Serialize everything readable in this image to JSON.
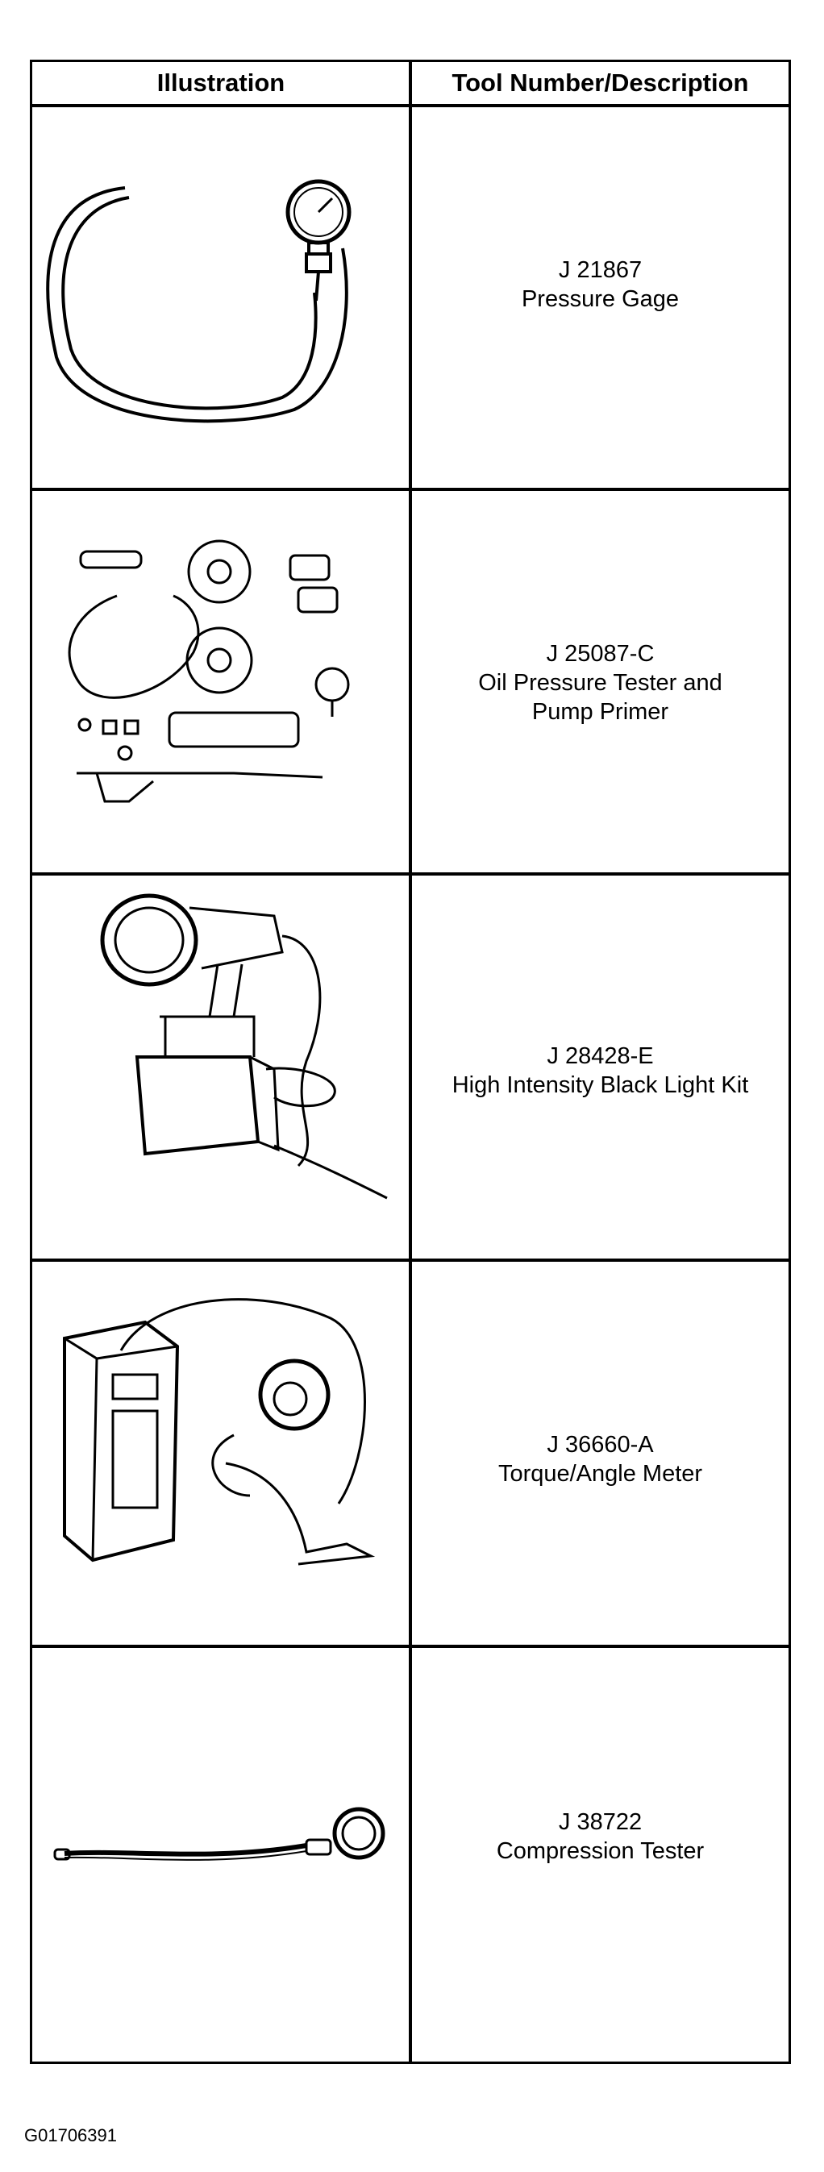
{
  "table": {
    "headers": [
      "Illustration",
      "Tool Number/Description"
    ],
    "rows": [
      {
        "number": "J 21867",
        "description": [
          "Pressure Gage"
        ],
        "icon": "pressure-gage-icon"
      },
      {
        "number": "J 25087-C",
        "description": [
          "Oil Pressure Tester and",
          "Pump Primer"
        ],
        "icon": "oil-pressure-tester-kit-icon"
      },
      {
        "number": "J 28428-E",
        "description": [
          "High Intensity Black Light Kit"
        ],
        "icon": "black-light-kit-icon"
      },
      {
        "number": "J 36660-A",
        "description": [
          "Torque/Angle Meter"
        ],
        "icon": "torque-angle-meter-icon"
      },
      {
        "number": "J 38722",
        "description": [
          "Compression Tester"
        ],
        "icon": "compression-tester-icon"
      }
    ]
  },
  "figure_id": "G01706391"
}
